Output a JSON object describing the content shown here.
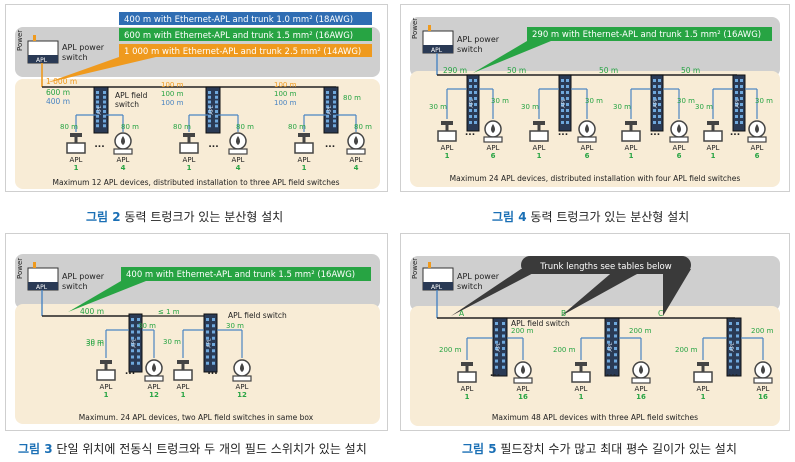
{
  "colors": {
    "blue": "#2f6db3",
    "green": "#27a443",
    "orange": "#ef9a1e",
    "gray": "#cfcfcf",
    "beige": "#f8ecd6",
    "cable": "#4a85c2",
    "dark": "#222222",
    "accent": "#1a6fb5"
  },
  "common": {
    "power_title": "Power",
    "apl_tag": "APL",
    "power_label_1": "APL power",
    "power_label_2": "switch",
    "ellipsis": "...",
    "device_first": "1"
  },
  "fig2": {
    "banners": [
      "400 m with Ethernet-APL and trunk 1.0 mm² (18AWG)",
      "600 m with Ethernet-APL and trunk 1.5 mm² (16AWG)",
      "1 000 m with Ethernet-APL and trunk 2.5 mm² (14AWG)"
    ],
    "switch_label_1": "APL field",
    "switch_label_2": "switch",
    "trunk_labels": [
      "1 000 m",
      "600 m",
      "400 m",
      "100 m",
      "100 m",
      "100 m",
      "80 m"
    ],
    "spur_labels": [
      "80 m",
      "80 m",
      "80 m",
      "80 m",
      "80 m",
      "80 m"
    ],
    "device_last": "4",
    "footer": "Maximum 12 APL devices, distributed installation to three APL field switches",
    "caption_num": "그림 2",
    "caption_text": " 동력 트렁크가 있는 분산형 설치"
  },
  "fig4": {
    "banner": "290 m with Ethernet-APL and trunk 1.5 mm² (16AWG)",
    "trunk_labels": [
      "290 m",
      "50 m",
      "50 m",
      "50 m"
    ],
    "spur_label": "30 m",
    "device_last": "6",
    "footer": "Maximum 24 APL devices, distributed installation with four APL field switches",
    "caption_num": "그림 4",
    "caption_text": " 동력 트렁크가 있는 분산형 설치"
  },
  "fig3": {
    "banner": "400 m with Ethernet-APL and trunk 1.5 mm² (16AWG)",
    "trunk_labels": [
      "400 m",
      "≤ 1 m"
    ],
    "switch_label": "APL field switch",
    "spur_label": "30 m",
    "device_last": "12",
    "footer": "Maximum. 24 APL devices, two APL field switches in same box",
    "caption_num": "그림 3",
    "caption_text": " 단일 위치에 전동식 트렁크와 두 개의 필드 스위치가 있는 설치"
  },
  "fig5": {
    "banner": "Trunk lengths see tables below",
    "segment_letters": [
      "A",
      "B",
      "C"
    ],
    "switch_label": "APL field switch",
    "spur_label": "200 m",
    "device_last": "16",
    "footer": "Maximum 48 APL devices with three APL field switches",
    "caption_num": "그림 5",
    "caption_text": " 필드장치 수가 많고 최대 평수 길이가 있는 설치"
  }
}
